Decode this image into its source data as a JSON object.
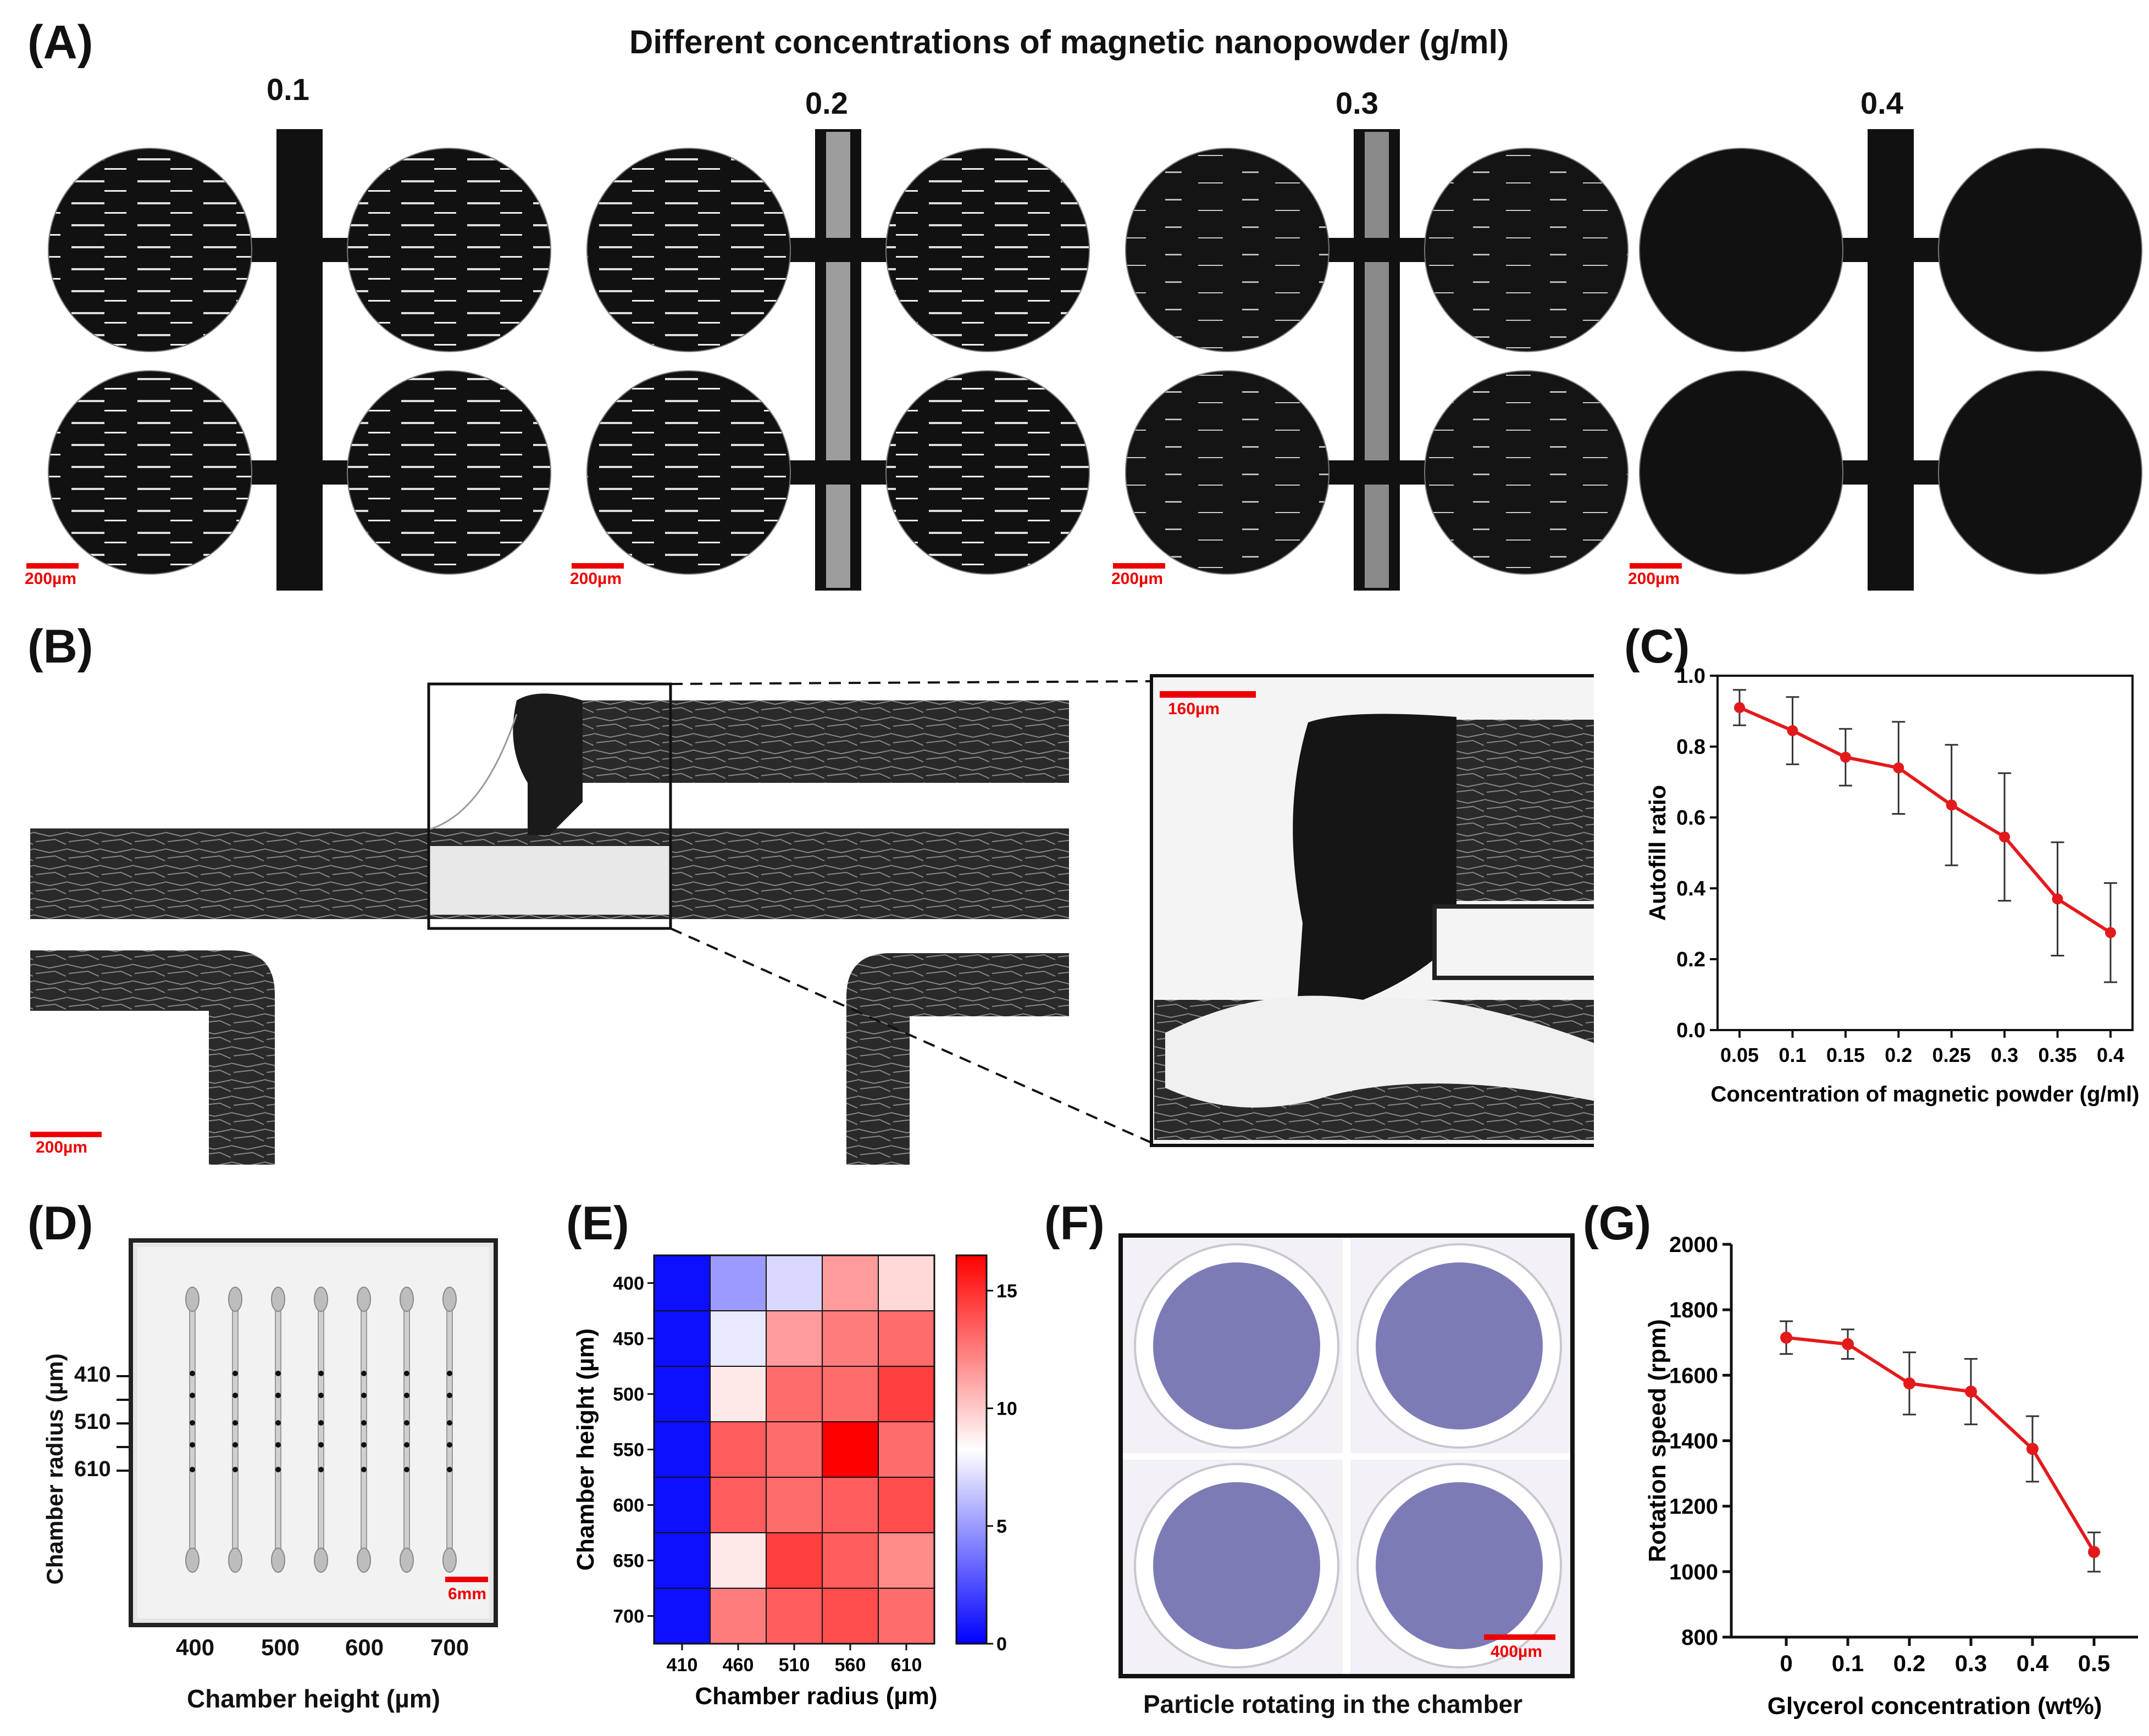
{
  "panel_labels": {
    "a": "(A)",
    "b": "(B)",
    "c": "(C)",
    "d": "(D)",
    "e": "(E)",
    "f": "(F)",
    "g": "(G)"
  },
  "panel_a": {
    "title": "Different concentrations of magnetic nanopowder (g/ml)",
    "concentrations": [
      "0.1",
      "0.2",
      "0.3",
      "0.4"
    ],
    "scale_bar": "200µm"
  },
  "panel_b": {
    "scale_bar_main": "200µm",
    "scale_bar_zoom": "160µm"
  },
  "panel_d": {
    "ylabel": "Chamber radius (µm)",
    "xlabel": "Chamber height (µm)",
    "y_ticks": [
      "410",
      "510",
      "610"
    ],
    "x_ticks": [
      "400",
      "500",
      "600",
      "700"
    ],
    "scale_bar": "6mm"
  },
  "panel_f": {
    "caption": "Particle rotating in the chamber",
    "scale_bar": "400µm"
  },
  "chart_data": [
    {
      "panel": "C",
      "type": "line",
      "xlabel": "Concentration of magnetic powder (g/ml)",
      "ylabel": "Autofill ratio",
      "categories": [
        "0.05",
        "0.1",
        "0.15",
        "0.2",
        "0.25",
        "0.3",
        "0.35",
        "0.4"
      ],
      "values": [
        0.91,
        0.845,
        0.77,
        0.74,
        0.635,
        0.545,
        0.37,
        0.275
      ],
      "errors": [
        0.05,
        0.095,
        0.08,
        0.13,
        0.17,
        0.18,
        0.16,
        0.14
      ],
      "ylim": [
        0,
        1.0
      ],
      "y_ticks": [
        "0.0",
        "0.2",
        "0.4",
        "0.6",
        "0.8",
        "1.0"
      ],
      "color": "#e31a1c"
    },
    {
      "panel": "E",
      "type": "heatmap",
      "xlabel": "Chamber radius (µm)",
      "ylabel": "Chamber height (µm)",
      "x_categories": [
        "410",
        "460",
        "510",
        "560",
        "610"
      ],
      "y_categories": [
        "400",
        "450",
        "500",
        "550",
        "600",
        "650",
        "700"
      ],
      "values": [
        [
          0.5,
          5,
          7,
          11.5,
          9.5
        ],
        [
          0.5,
          7.5,
          11.5,
          12.5,
          13
        ],
        [
          0.5,
          9,
          13,
          13,
          14.5
        ],
        [
          0.5,
          13.5,
          13,
          16.5,
          13
        ],
        [
          0.5,
          13.5,
          13,
          13.5,
          14
        ],
        [
          0.5,
          9,
          14.5,
          13.5,
          12
        ],
        [
          0.5,
          12.5,
          13.5,
          14,
          13
        ]
      ],
      "colorbar_range": [
        0,
        16.5
      ],
      "colorbar_ticks": [
        "0",
        "5",
        "10",
        "15"
      ],
      "colors": {
        "low": "#0000ff",
        "mid": "#ffffff",
        "high": "#ff0000"
      }
    },
    {
      "panel": "G",
      "type": "line",
      "xlabel": "Glycerol concentration (wt%)",
      "ylabel": "Rotation speed (rpm)",
      "categories": [
        "0",
        "0.1",
        "0.2",
        "0.3",
        "0.4",
        "0.5"
      ],
      "values": [
        1715,
        1695,
        1575,
        1550,
        1375,
        1060
      ],
      "errors": [
        50,
        45,
        95,
        100,
        100,
        60
      ],
      "ylim": [
        800,
        2000
      ],
      "y_ticks": [
        "800",
        "1000",
        "1200",
        "1400",
        "1600",
        "1800",
        "2000"
      ],
      "color": "#e31a1c"
    }
  ]
}
